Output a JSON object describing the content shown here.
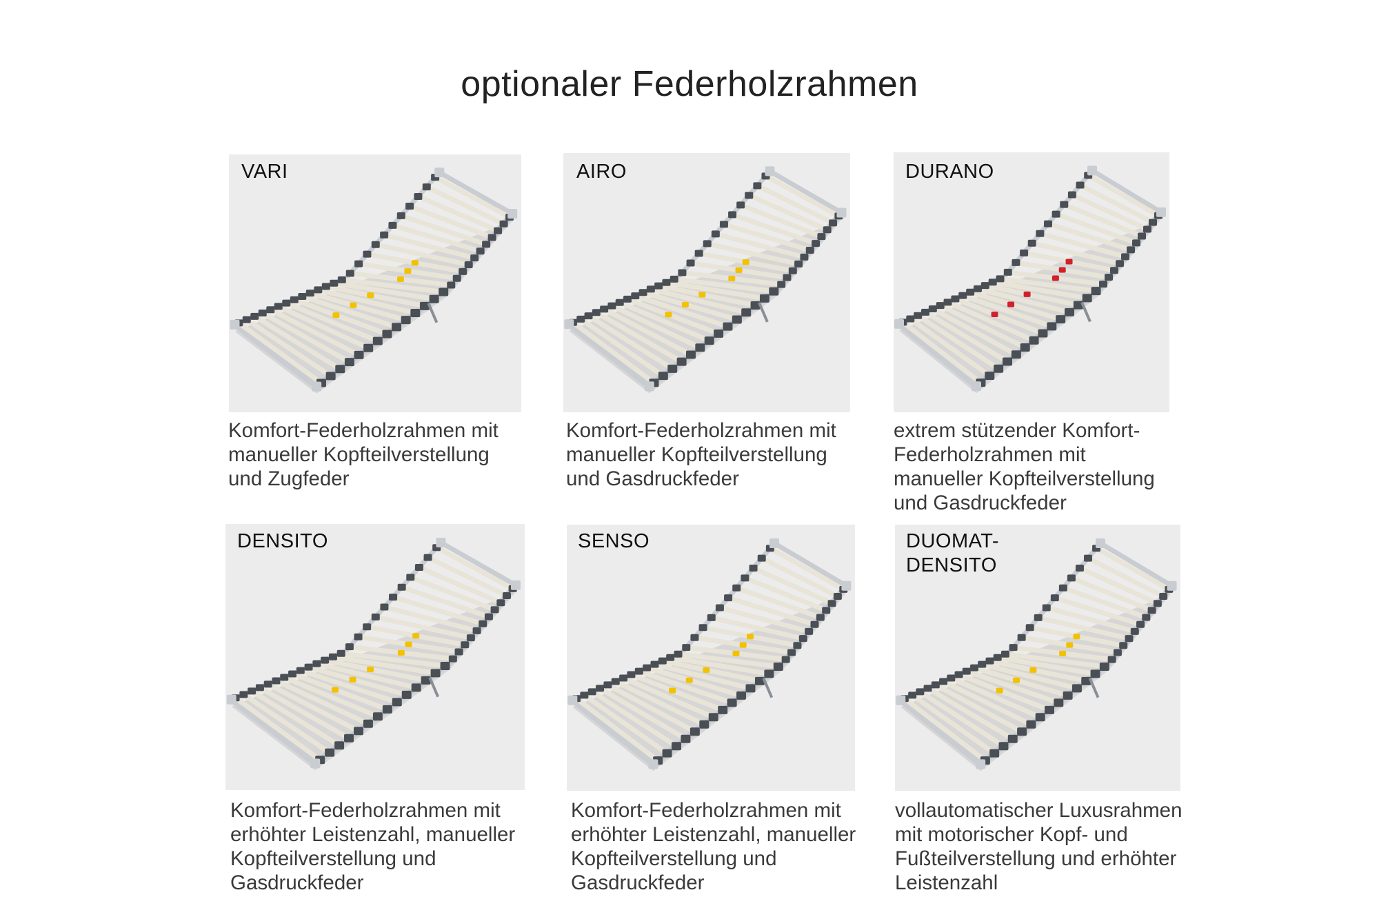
{
  "page": {
    "title": "optionaler Federholzrahmen"
  },
  "products": [
    {
      "label": "VARI",
      "description": "Komfort-Federholzrahmen mit manueller Kopfteilverstellung und Zugfeder",
      "accent": "#f2c200"
    },
    {
      "label": "AIRO",
      "description": "Komfort-Federholzrahmen mit manueller Kopfteilverstellung und Gasdruckfeder",
      "accent": "#f2c200"
    },
    {
      "label": "DURANO",
      "description": "extrem stützender Komfort-Federholzrahmen mit manueller Kopfteilverstellung und Gasdruckfeder",
      "accent": "#d1202a"
    },
    {
      "label": "DENSITO",
      "description": "Komfort-Federholzrahmen mit erhöhter Leistenzahl, manueller Kopfteilverstellung und Gasdruckfeder",
      "accent": "#f2c200"
    },
    {
      "label": "SENSO",
      "description": "Komfort-Federholzrahmen mit erhöhter Leistenzahl, manueller Kopfteilverstellung und Gasdruckfeder",
      "accent": "#f2c200"
    },
    {
      "label": "DUOMAT-DENSITO",
      "description": "vollautomatischer Luxusrahmen mit motorischer Kopf- und Fußteilverstellung und erhöhter Leistenzahl",
      "accent": "#f2c200"
    }
  ],
  "colors": {
    "photo_background": "#ececec",
    "frame": "#c9cdd2",
    "slat": "#e9e4d8",
    "cap": "#4a4f55"
  }
}
